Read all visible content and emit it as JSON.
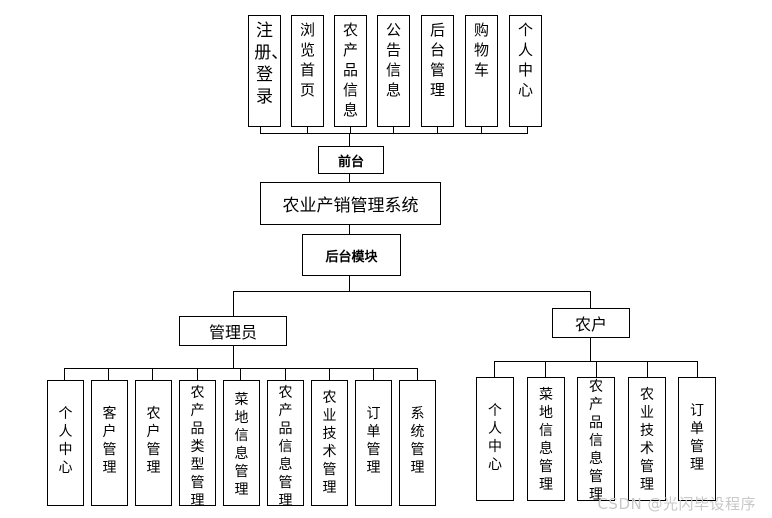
{
  "frontend_modules": [
    "注册、登录",
    "浏览首页",
    "农产品信息",
    "公告信息",
    "后台管理",
    "购物车",
    "个人中心"
  ],
  "frontend_label": "前台",
  "system_title": "农业产销管理系统",
  "backend_label": "后台模块",
  "admin": {
    "label": "管理员",
    "modules": [
      "个人中心",
      "客户管理",
      "农户管理",
      "农产品类型管理",
      "菜地信息管理",
      "农产品信息管理",
      "农业技术管理",
      "订单管理",
      "系统管理"
    ]
  },
  "farmer": {
    "label": "农户",
    "modules": [
      "个人中心",
      "菜地信息管理",
      "农产品信息管理",
      "农业技术管理",
      "订单管理"
    ]
  },
  "watermark": "CSDN @光闪毕设程序"
}
